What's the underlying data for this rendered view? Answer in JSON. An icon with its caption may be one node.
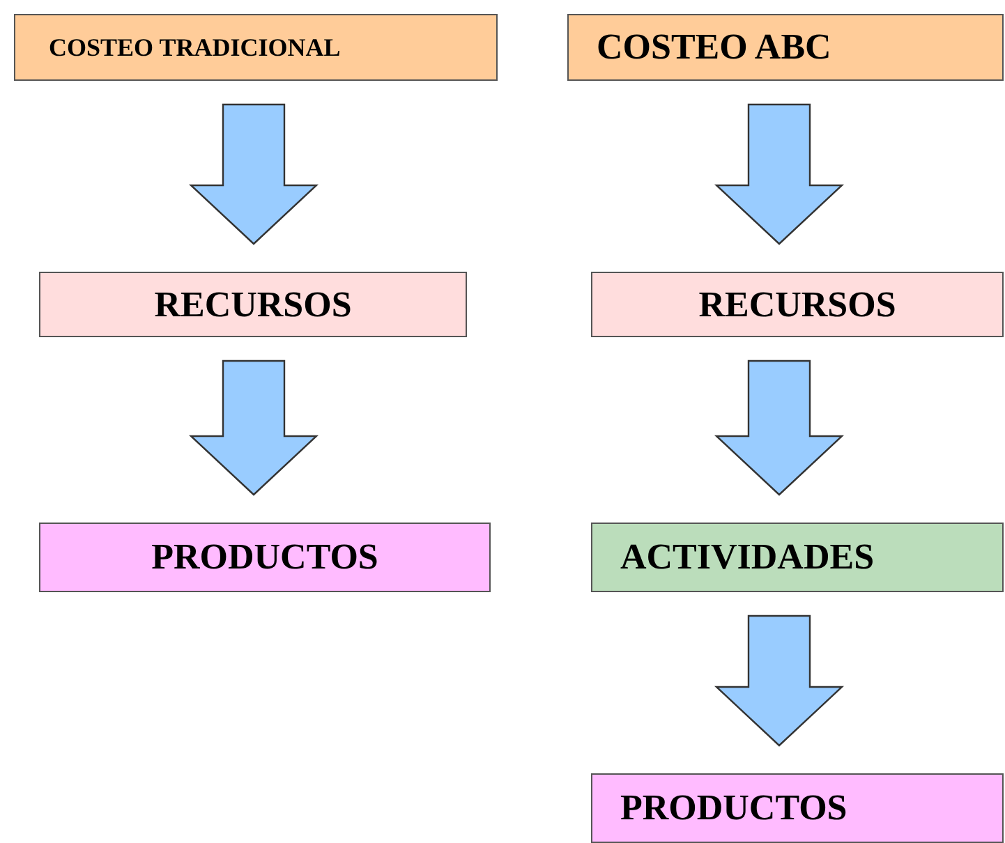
{
  "diagram": {
    "nodes": [
      {
        "text": [
          "COSTEO TRADICIONAL"
        ]
      },
      {
        "text": [
          "COSTEO ABC"
        ]
      },
      {
        "text": [
          "RECURSOS"
        ]
      },
      {
        "text": [
          "RECURSOS"
        ]
      },
      {
        "text": [
          "PRODUCTOS"
        ]
      },
      {
        "text": [
          "ACTIVIDADES"
        ]
      },
      {
        "text": [
          "PRODUCTOS"
        ]
      }
    ],
    "edges": [
      {
        "from": 0,
        "to": 2,
        "arrow": "to"
      },
      {
        "from": 2,
        "to": 4,
        "arrow": "to"
      },
      {
        "from": 1,
        "to": 3,
        "arrow": "to"
      },
      {
        "from": 3,
        "to": 5,
        "arrow": "to"
      },
      {
        "from": 5,
        "to": 6,
        "arrow": "to"
      }
    ]
  }
}
